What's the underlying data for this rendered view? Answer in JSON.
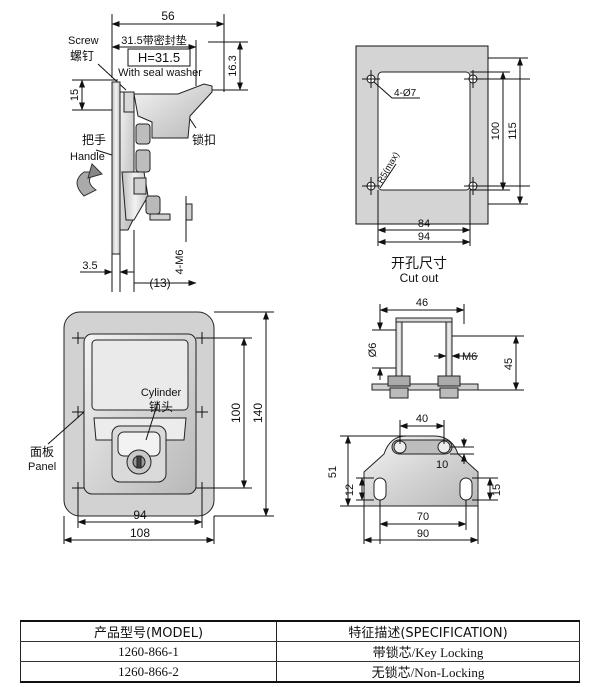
{
  "side_view": {
    "dim_56": "56",
    "seal_dim_cn": "31.5带密封垫",
    "dim_h": "H=31.5",
    "seal_en": "With seal washer",
    "screw_en": "Screw",
    "screw_cn": "螺钉",
    "dim_16_3": "16.3",
    "dim_15": "15",
    "latch_cn": "锁扣",
    "handle_cn": "把手",
    "handle_en": "Handle",
    "dim_m6": "4-M6",
    "dim_3_5": "3.5",
    "dim_13": "(13)"
  },
  "cutout": {
    "holes": "4-Ø7",
    "radius": "R5(max)",
    "dim_100": "100",
    "dim_115": "115",
    "dim_84": "84",
    "dim_94": "94",
    "title_cn": "开孔尺寸",
    "title_en": "Cut out"
  },
  "front_view": {
    "cylinder_en": "Cylinder",
    "cylinder_cn": "锁头",
    "panel_cn": "面板",
    "panel_en": "Panel",
    "dim_100": "100",
    "dim_140": "140",
    "dim_94": "94",
    "dim_108": "108"
  },
  "bracket": {
    "dim_46": "46",
    "dim_phi6": "Ø6",
    "dim_m6": "M6",
    "dim_45": "45"
  },
  "latch_plate": {
    "dim_40": "40",
    "dim_10": "10",
    "dim_51": "51",
    "dim_12": "12",
    "dim_15": "15",
    "dim_70": "70",
    "dim_90": "90"
  },
  "spec_table": {
    "headers": [
      "产品型号(MODEL)",
      "特征描述(SPECIFICATION)"
    ],
    "rows": [
      [
        "1260-866-1",
        "带锁芯/Key Locking"
      ],
      [
        "1260-866-2",
        "无锁芯/Non-Locking"
      ]
    ]
  }
}
